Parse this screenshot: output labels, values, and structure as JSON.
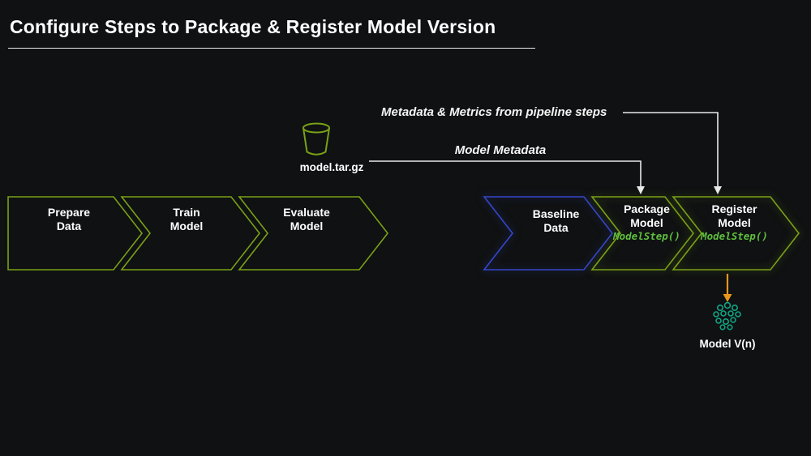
{
  "title": "Configure Steps to Package & Register Model Version",
  "colors": {
    "background": "#0f1112",
    "chevron_green": "#7aa116",
    "chevron_blue": "#3546cc",
    "code_green": "#5fbf3f",
    "arrow_white": "#e9e9e9",
    "arrow_orange": "#e8961c",
    "brain_teal": "#10a384"
  },
  "annotations": {
    "pipeline_metrics": "Metadata & Metrics from pipeline steps",
    "model_metadata": "Model Metadata",
    "artifact_label": "model.tar.gz",
    "model_version": "Model V(n)"
  },
  "pipeline_left": {
    "steps": [
      {
        "line1": "Prepare",
        "line2": "Data"
      },
      {
        "line1": "Train",
        "line2": "Model"
      },
      {
        "line1": "Evaluate",
        "line2": "Model"
      }
    ]
  },
  "pipeline_right": {
    "steps": [
      {
        "line1": "Baseline",
        "line2": "Data",
        "code": ""
      },
      {
        "line1": "Package",
        "line2": "Model",
        "code": "ModelStep()"
      },
      {
        "line1": "Register",
        "line2": "Model",
        "code": "ModelStep()"
      }
    ]
  }
}
